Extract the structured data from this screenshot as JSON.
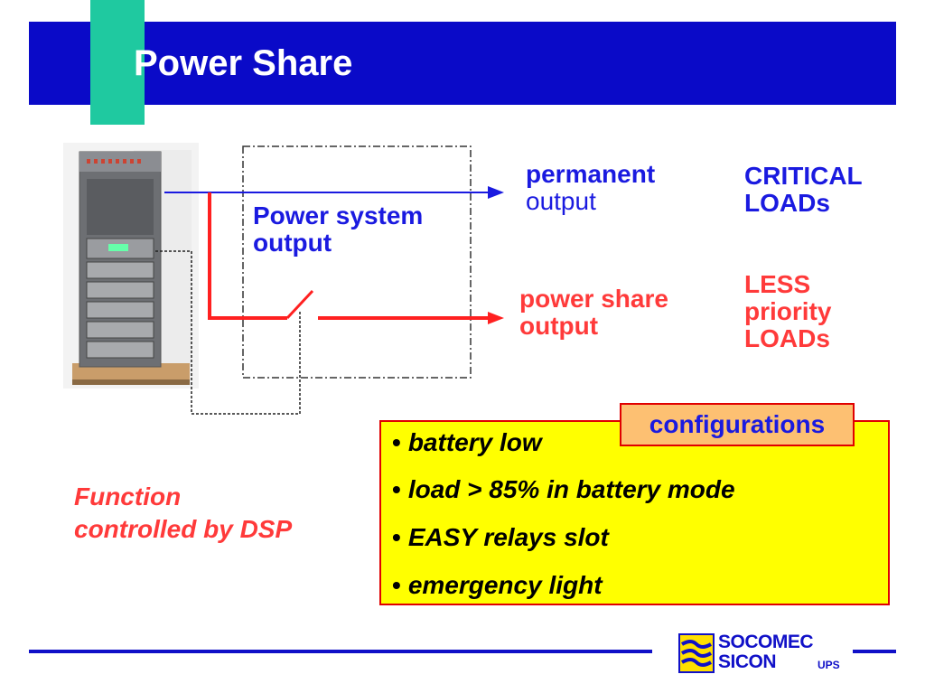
{
  "slide": {
    "title": "Power Share",
    "labels": {
      "power_system_output": [
        "Power system",
        "output"
      ],
      "permanent_output": [
        "permanent",
        "output"
      ],
      "critical_loads": [
        "CRITICAL",
        "LOADs"
      ],
      "power_share_output": [
        "power share",
        "output"
      ],
      "less_priority_loads": [
        "LESS",
        "priority",
        "LOADs"
      ]
    },
    "configurations_label": "configurations",
    "bullets": [
      "battery low",
      "load > 85% in battery mode",
      "EASY relays slot",
      "emergency light"
    ],
    "bullet_symbol": "•",
    "dsp_note": [
      "Function",
      "controlled by DSP"
    ]
  },
  "logo": {
    "line1": "SOCOMEC",
    "line2": "SICON",
    "suffix": "UPS"
  },
  "colors": {
    "title_bar": "#0a0ac8",
    "title_accent": "#1fc9a0",
    "config_bg": "#ffff00",
    "config_tag_bg": "#fdc072",
    "blue_text": "#1a1ae0",
    "red_text": "#ff3a3a"
  }
}
